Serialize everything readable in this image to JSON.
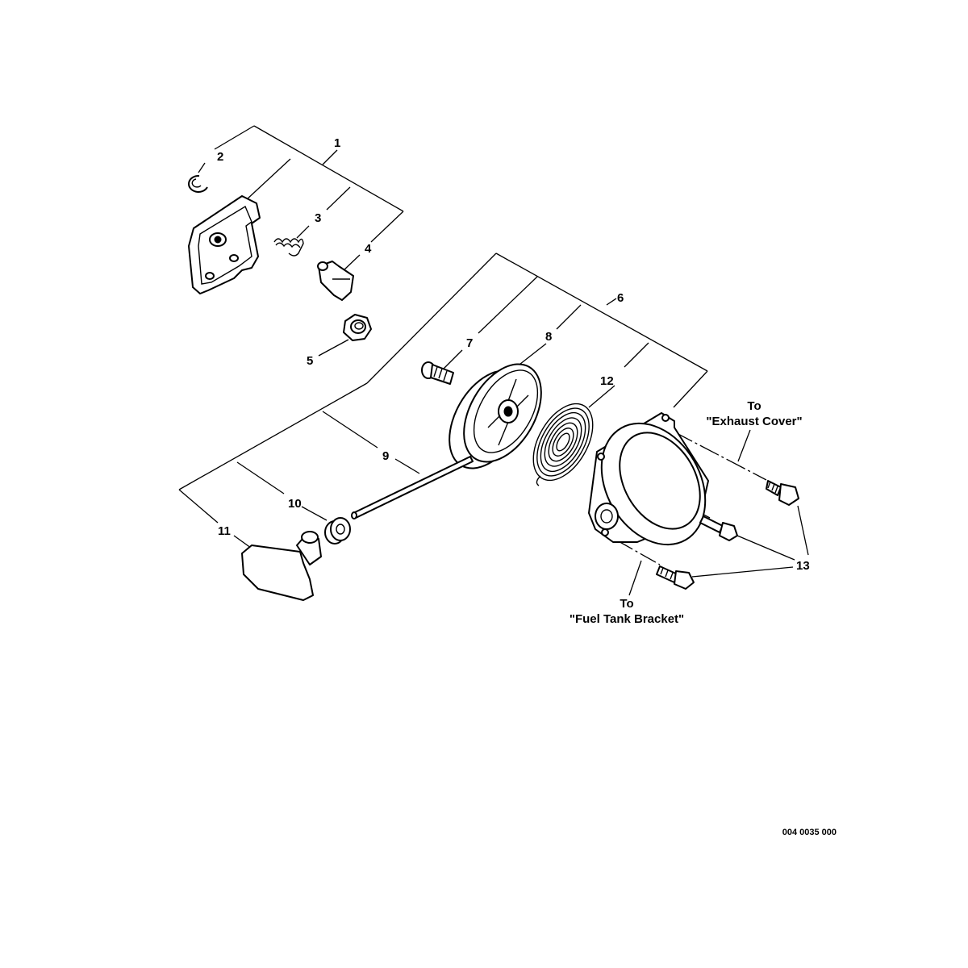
{
  "diagram": {
    "callouts": [
      "1",
      "2",
      "3",
      "4",
      "5",
      "6",
      "7",
      "8",
      "9",
      "10",
      "11",
      "12",
      "13"
    ],
    "references": {
      "exhaust_to": "To",
      "exhaust_name": "\"Exhaust Cover\"",
      "fuel_to": "To",
      "fuel_name": "\"Fuel Tank Bracket\""
    },
    "drawing_code": "004 0035 000"
  }
}
